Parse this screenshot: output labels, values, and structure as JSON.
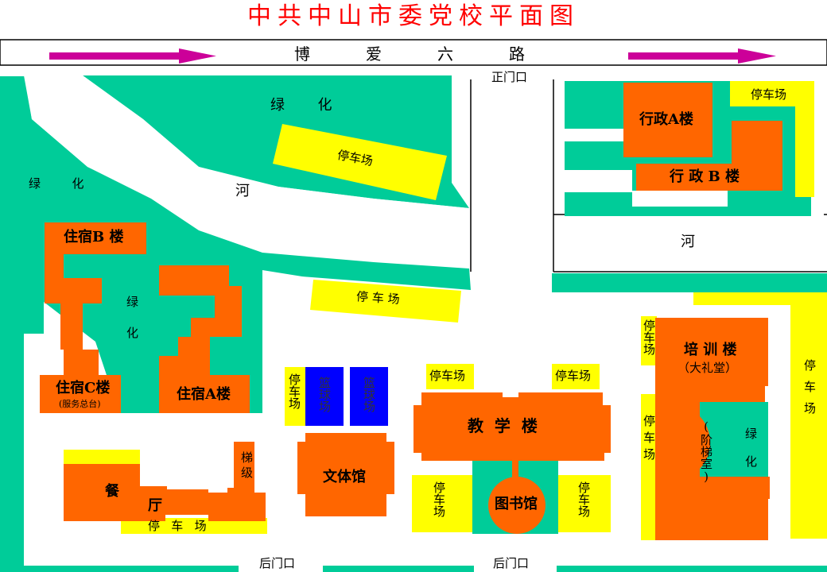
{
  "title": "中共中山市委党校平面图",
  "road": "博爱六路",
  "gates": {
    "main": "正门口",
    "back_left": "后门口",
    "back_right": "后门口"
  },
  "labels": {
    "greening_top": "绿  化",
    "greening_left": "绿  化",
    "greening_middle": "绿化",
    "greening_right": "绿化",
    "river_left": "河",
    "river_right": "河",
    "parking_top": "停车场",
    "parking_admin": "停车场",
    "parking_center": "停 车 场",
    "parking_sports": "停车场",
    "parking_teach_left_top": "停车场",
    "parking_teach_right_top": "停车场",
    "parking_teach_left_bottom": "停车场",
    "parking_teach_right_bottom": "停车场",
    "parking_canteen": "停   车   场",
    "parking_training_left_top": "停车场",
    "parking_training_left_bottom": "停车场",
    "parking_far_right": "停车场",
    "admin_a": "行政A楼",
    "admin_b": "行 政 B 楼",
    "dorm_b": "住宿B 楼",
    "dorm_c": "住宿C楼",
    "dorm_c_sub": "(服务总台)",
    "dorm_a": "住宿A楼",
    "basketball_1": "篮球场",
    "basketball_2": "篮球场",
    "sports_hall": "文体馆",
    "teaching": "教  学  楼",
    "library": "图书馆",
    "canteen_1": "餐",
    "canteen_2": "厅",
    "stairs": "梯级",
    "training": "培 训 楼",
    "training_sub": "（大礼堂）",
    "lecture_hall": "(阶梯室)"
  },
  "colors": {
    "green": "#00cc99",
    "building": "#ff6600",
    "parking": "#ffff00",
    "court": "#0000ff",
    "arrow": "#cc0099",
    "title": "#ff0000"
  }
}
